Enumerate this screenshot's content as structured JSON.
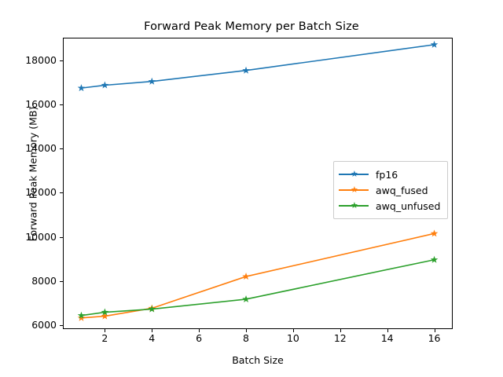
{
  "chart_data": {
    "type": "line",
    "title": "Forward Peak Memory per Batch Size",
    "xlabel": "Batch Size",
    "ylabel": "Forward Peak Memory (MB)",
    "x": [
      1,
      2,
      4,
      8,
      16
    ],
    "xlim": [
      0.25,
      16.75
    ],
    "ylim": [
      5850,
      19000
    ],
    "xticks": [
      2,
      4,
      6,
      8,
      10,
      12,
      14,
      16
    ],
    "xtick_labels": [
      "2",
      "4",
      "6",
      "8",
      "10",
      "12",
      "14",
      "16"
    ],
    "yticks": [
      6000,
      8000,
      10000,
      12000,
      14000,
      16000,
      18000
    ],
    "ytick_labels": [
      "6000",
      "8000",
      "10000",
      "12000",
      "14000",
      "16000",
      "18000"
    ],
    "grid": false,
    "legend_position": "center right",
    "marker": "star",
    "series": [
      {
        "name": "fp16",
        "color": "#1f77b4",
        "values": [
          16750,
          16880,
          17050,
          17550,
          18720
        ]
      },
      {
        "name": "awq_fused",
        "color": "#ff7f0e",
        "values": [
          6320,
          6400,
          6760,
          8200,
          10150
        ]
      },
      {
        "name": "awq_unfused",
        "color": "#2ca02c",
        "values": [
          6430,
          6580,
          6720,
          7170,
          8960
        ]
      }
    ]
  }
}
